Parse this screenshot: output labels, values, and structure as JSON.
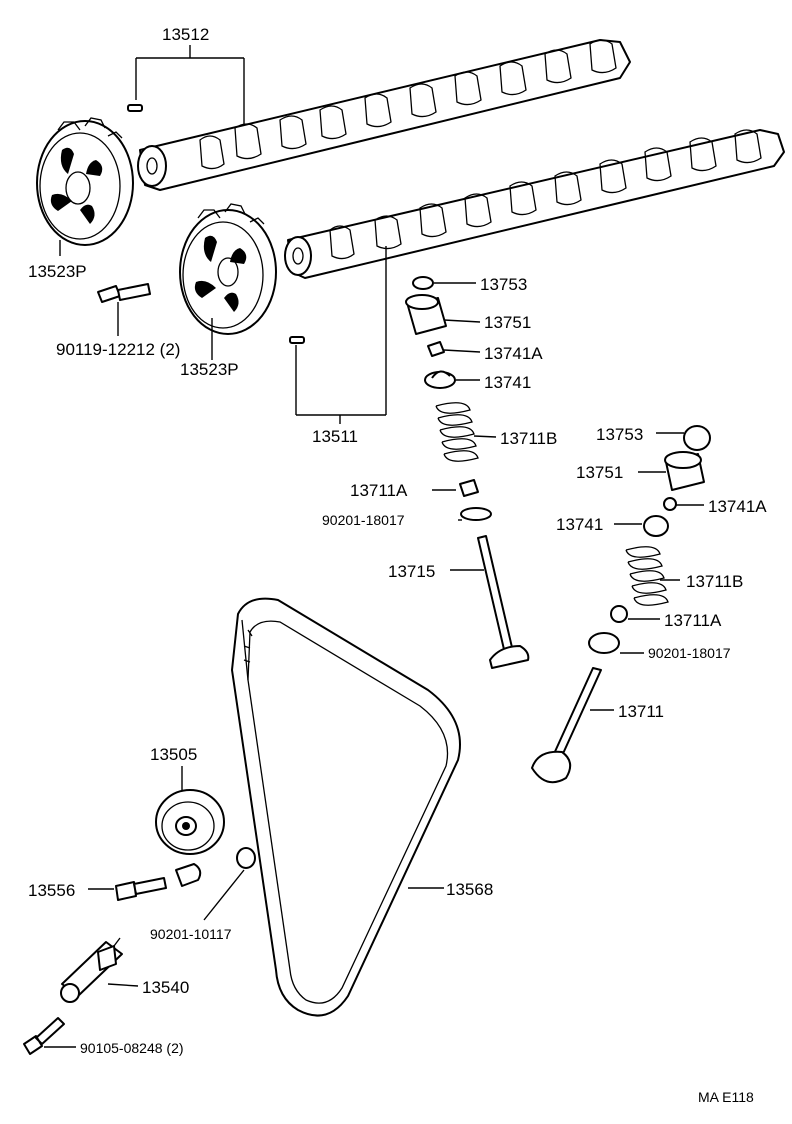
{
  "diagram_code": "MA E118",
  "labels": {
    "camshaft_pair": "13512",
    "camshaft_pair_2": "13511",
    "sprocket_upper": "13523P",
    "sprocket_lower": "13523P",
    "sprocket_bolt": "90119-12212 (2)",
    "shim_a": "13753",
    "lifter_a": "13751",
    "keeper_a": "13741A",
    "retainer_a": "13741",
    "spring_a": "13711B",
    "seat_a": "13711A",
    "washer_a": "90201-18017",
    "valve_a": "13715",
    "shim_b": "13753",
    "lifter_b": "13751",
    "keeper_b": "13741A",
    "retainer_b": "13741",
    "spring_b": "13711B",
    "seat_b": "13711A",
    "washer_b": "90201-18017",
    "valve_b": "13711",
    "idler_pulley": "13505",
    "idler_bolt": "13556",
    "idler_washer": "90201-10117",
    "tensioner": "13540",
    "tensioner_bolt": "90105-08248 (2)",
    "timing_belt": "13568"
  }
}
